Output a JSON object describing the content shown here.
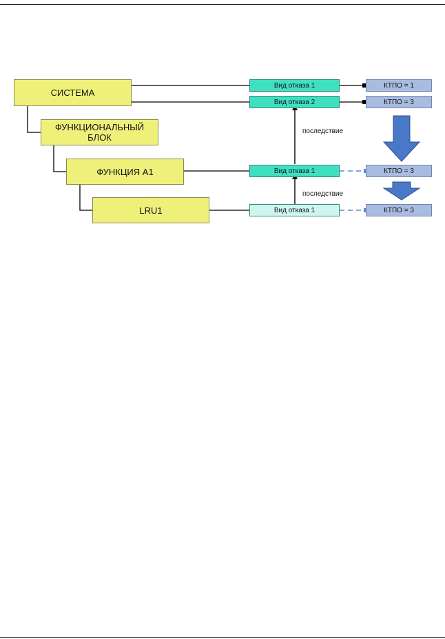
{
  "hierarchy": {
    "system": "СИСТЕМА",
    "functional_block": "ФУНКЦИОНАЛЬНЫЙ\nБЛОК",
    "function_a1": "ФУНКЦИЯ А1",
    "lru1": "LRU1"
  },
  "failure_modes": {
    "system_mode_1": "Вид отказа 1",
    "system_mode_2": "Вид отказа 2",
    "function_mode_1": "Вид отказа 1",
    "lru_mode_1": "Вид отказа 1"
  },
  "criticality": {
    "system_mode_1": "КТПО = 1",
    "system_mode_2": "КТПО = 3",
    "function_mode_1": "КТПО = 3",
    "lru_mode_1": "КТПО = 3"
  },
  "annotations": {
    "consequence_upper": "последствие",
    "consequence_lower": "последствие"
  },
  "colors": {
    "block_fill": "#eef07a",
    "failure_mode_fill": "#3fe0c0",
    "failure_mode_light_fill": "#cef6ee",
    "criticality_fill": "#a9bce0",
    "big_arrow_fill": "#4a78c8",
    "dashed_link": "#5a8ad0"
  }
}
